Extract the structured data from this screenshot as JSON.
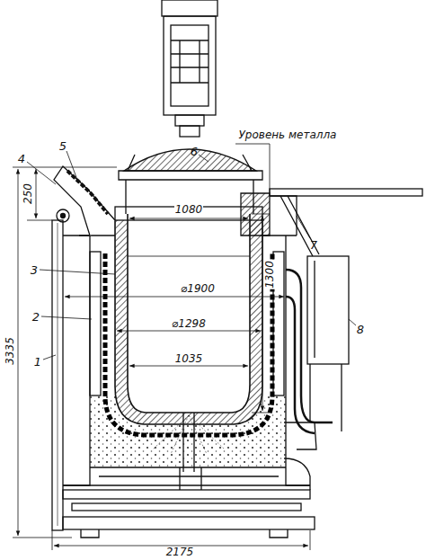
{
  "diagram": {
    "labels": [
      "Уровень металла",
      "250",
      "3335",
      "1080",
      "1300",
      "⌀1900",
      "⌀1298",
      "1035",
      "2175",
      "1",
      "2",
      "3",
      "4",
      "5",
      "6",
      "7",
      "8"
    ]
  }
}
